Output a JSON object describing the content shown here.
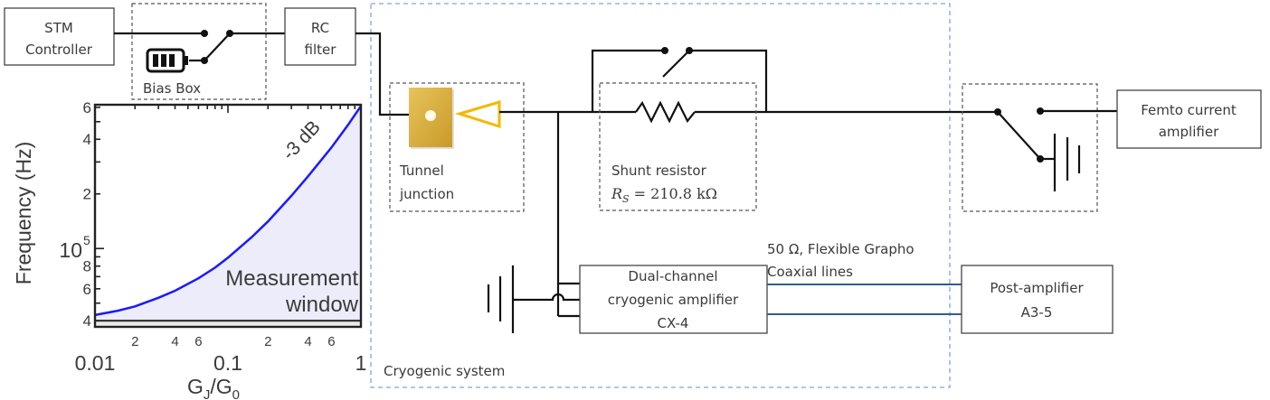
{
  "blocks": {
    "stm_controller": {
      "line1": "STM",
      "line2": "Controller"
    },
    "bias_box": {
      "label": "Bias Box"
    },
    "rc_filter": {
      "line1": "RC",
      "line2": "filter"
    },
    "tunnel_junction": {
      "line1": "Tunnel",
      "line2": "junction"
    },
    "shunt_resistor": {
      "line1": "Shunt resistor",
      "symbol": "R",
      "subscript": "S",
      "value": " = 210.8 kΩ"
    },
    "femto_amplifier": {
      "line1": "Femto current",
      "line2": "amplifier"
    },
    "cryo_amplifier": {
      "line1": "Dual-channel",
      "line2": "cryogenic amplifier",
      "line3": "CX-4"
    },
    "post_amplifier": {
      "line1": "Post-amplifier",
      "line2": "A3-5"
    },
    "coax_label": {
      "line1": "50 Ω, Flexible Grapho",
      "line2": "Coaxial lines"
    },
    "cryogenic_system": {
      "label": "Cryogenic system"
    }
  },
  "colors": {
    "curve": "#1a1aff",
    "window_fill": "#ececfb",
    "excluded_band": "#e8e8e8",
    "junction_gold": "#d9ad3a",
    "tip_orange": "#f5b800",
    "cryo_border": "#7aa6e0",
    "coax_line": "#2f5f8f"
  },
  "chart_data": {
    "type": "line",
    "title": "",
    "xlabel": "G_J/G_0",
    "xlabel_main": "G",
    "xlabel_sub1": "J",
    "xlabel_sep": "/G",
    "xlabel_sub2": "0",
    "ylabel": "Frequency (Hz)",
    "xscale": "log",
    "yscale": "log",
    "xlim": [
      0.01,
      1
    ],
    "ylim": [
      37000,
      620000
    ],
    "x_major_ticks": [
      {
        "v": 0.01,
        "label": "0.01"
      },
      {
        "v": 0.1,
        "label": "0.1"
      },
      {
        "v": 1,
        "label": "1"
      }
    ],
    "x_minor_labels": [
      {
        "v": 0.02,
        "label": "2"
      },
      {
        "v": 0.04,
        "label": "4"
      },
      {
        "v": 0.06,
        "label": "6"
      },
      {
        "v": 0.2,
        "label": "2"
      },
      {
        "v": 0.4,
        "label": "4"
      },
      {
        "v": 0.6,
        "label": "6"
      }
    ],
    "y_tick_labels": [
      {
        "v": 600000,
        "label": "6"
      },
      {
        "v": 400000,
        "label": "4"
      },
      {
        "v": 200000,
        "label": "2"
      },
      {
        "v": 80000,
        "label": "8"
      },
      {
        "v": 60000,
        "label": "6"
      },
      {
        "v": 40000,
        "label": "4"
      }
    ],
    "y_decade_label": {
      "v": 100000,
      "base": "10",
      "exp": "5"
    },
    "series": [
      {
        "name": "-3 dB",
        "x": [
          0.01,
          0.015,
          0.02,
          0.03,
          0.04,
          0.06,
          0.08,
          0.1,
          0.15,
          0.2,
          0.3,
          0.4,
          0.6,
          0.8,
          1.0
        ],
        "y": [
          43000,
          45500,
          48000,
          53500,
          58500,
          68500,
          78500,
          89000,
          115000,
          141000,
          195000,
          250000,
          360000,
          480000,
          610000
        ]
      }
    ],
    "excluded_band": {
      "y_from": 37000,
      "y_to": 40000
    },
    "annotations": [
      {
        "text": "-3 dB",
        "near": "curve-upper-right"
      },
      {
        "text": "Measurement",
        "line": 1
      },
      {
        "text": "window",
        "line": 2
      }
    ]
  }
}
